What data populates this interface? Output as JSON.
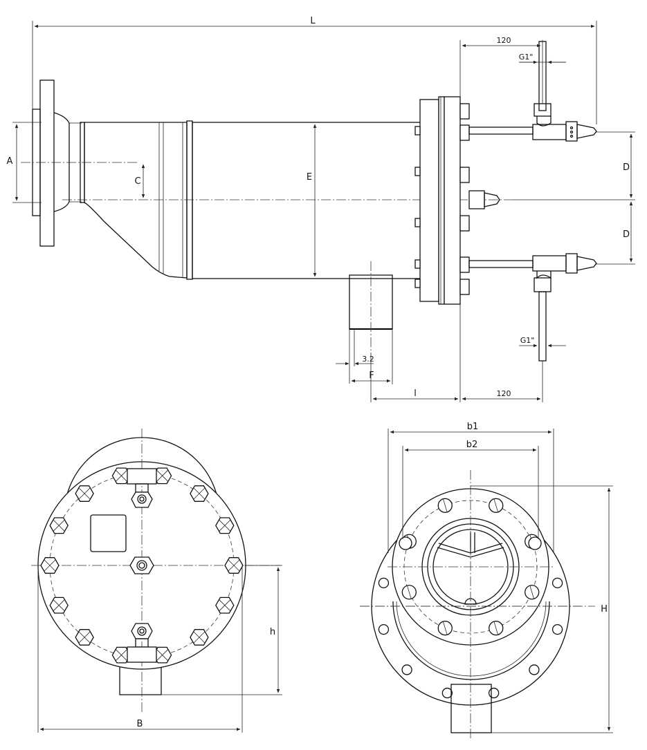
{
  "labels": {
    "L": "L",
    "A": "A",
    "C": "C",
    "E": "E",
    "D_upper": "D",
    "D_lower": "D",
    "dim_120_top": "120",
    "dim_120_bottom": "120",
    "g1_top": "G1\"",
    "g1_bottom": "G1\"",
    "t32": "3.2",
    "F": "F",
    "l": "l",
    "B": "B",
    "h": "h",
    "b1": "b1",
    "b2": "b2",
    "H": "H"
  }
}
